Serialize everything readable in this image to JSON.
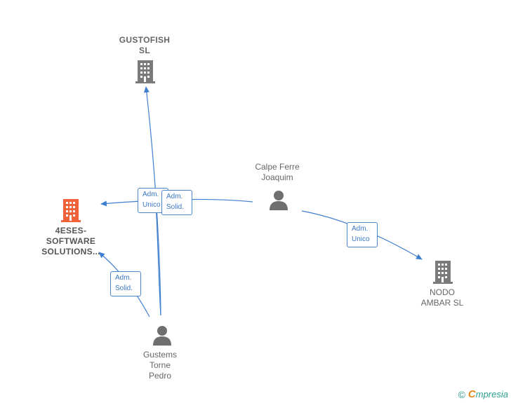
{
  "colors": {
    "edge": "#3f7fcf",
    "company_gray": "#7a7a7a",
    "company_main": "#f0623a",
    "person": "#6f6f6f"
  },
  "nodes": {
    "gustofish": {
      "label": "GUSTOFISH\nSL",
      "icon": "building-icon"
    },
    "four_eses": {
      "label": "4ESES-\nSOFTWARE\nSOLUTIONS...",
      "icon": "building-icon"
    },
    "nodo_ambar": {
      "label": "NODO\nAMBAR SL",
      "icon": "building-icon"
    },
    "calpe": {
      "label": "Calpe Ferre\nJoaquim",
      "icon": "person-icon"
    },
    "gustems": {
      "label": "Gustems\nTorne\nPedro",
      "icon": "person-icon"
    }
  },
  "edges": {
    "gustems_to_gustofish": "Adm.\nUnico",
    "calpe_to_4eses": "Adm.\nSolid.",
    "calpe_to_nodo": "Adm.\nUnico",
    "gustems_to_4eses": "Adm.\nSolid."
  },
  "footer": {
    "copyright": "©",
    "brand_first": "C",
    "brand_rest": "mpresia"
  }
}
